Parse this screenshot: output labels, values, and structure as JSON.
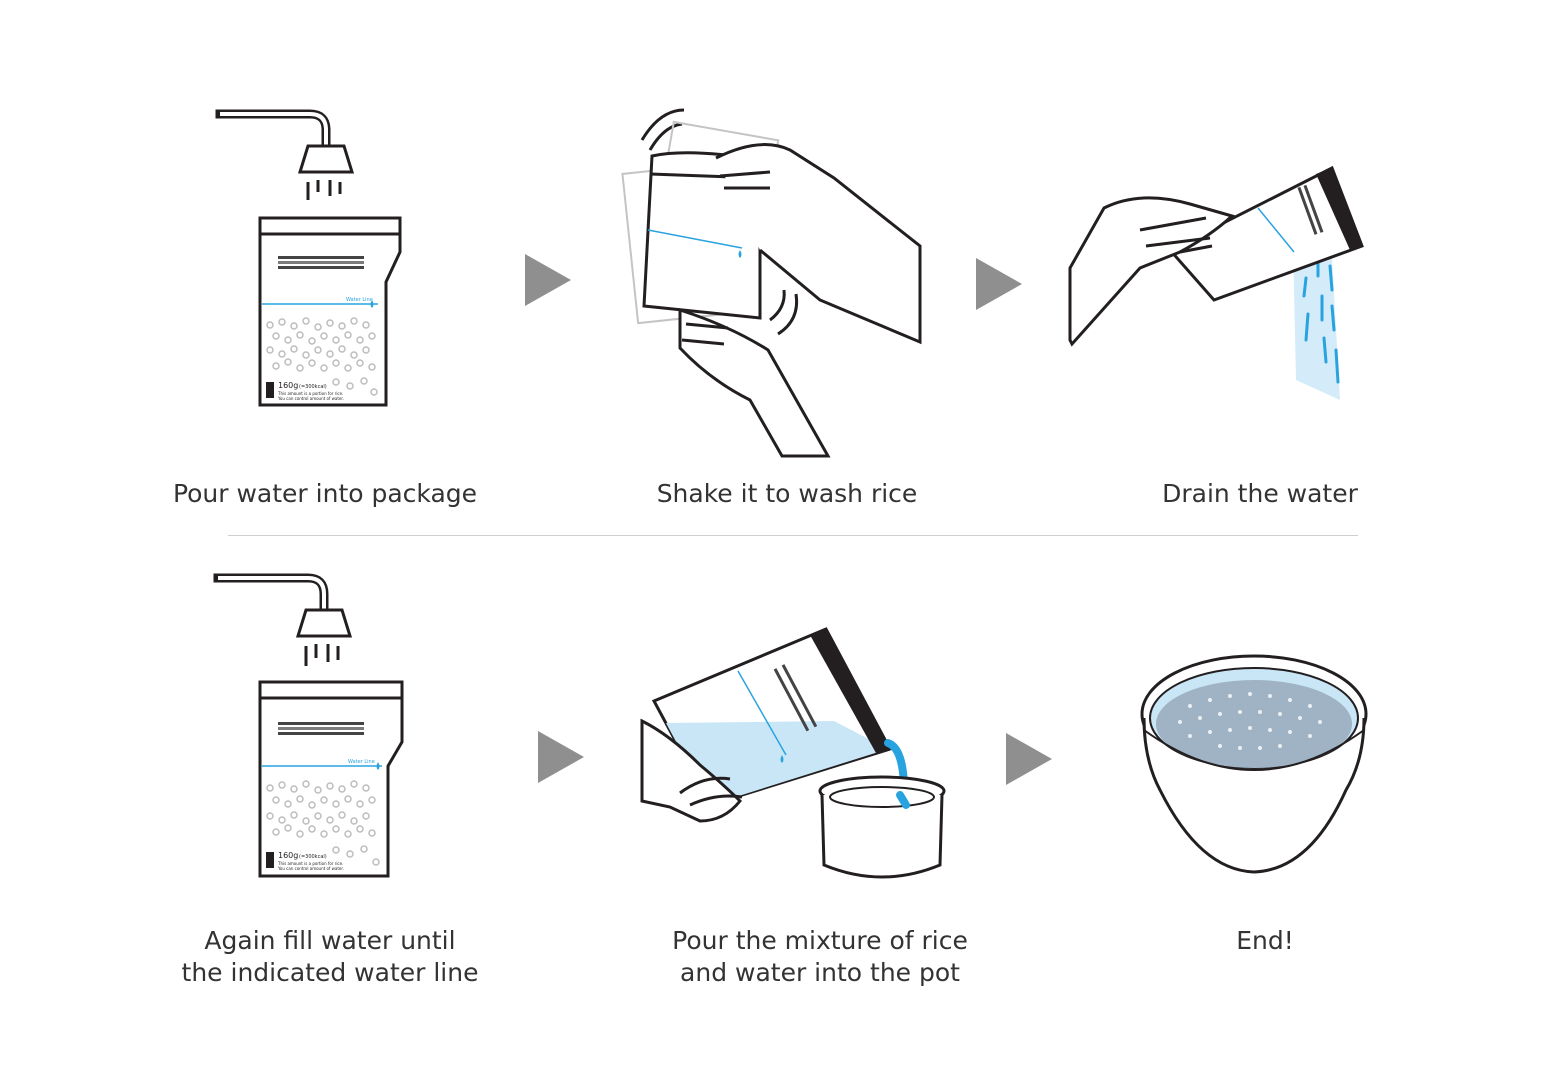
{
  "steps": [
    {
      "id": "pour-water",
      "caption_lines": [
        "Pour water into package"
      ]
    },
    {
      "id": "shake",
      "caption_lines": [
        "Shake it to wash rice"
      ]
    },
    {
      "id": "drain",
      "caption_lines": [
        "Drain the water"
      ]
    },
    {
      "id": "refill",
      "caption_lines": [
        "Again fill water until",
        "the indicated water line"
      ]
    },
    {
      "id": "pour-pot",
      "caption_lines": [
        "Pour the mixture of rice",
        "and water into the pot"
      ]
    },
    {
      "id": "end",
      "caption_lines": [
        "End!"
      ]
    }
  ],
  "package": {
    "water_line_label": "Water Line",
    "weight": "160g",
    "kcal": "(=300kcal)",
    "note_line1": "This amount is a portion for rice.",
    "note_line2": "You can control amount of water."
  },
  "colors": {
    "water": "#29a3e0",
    "water_fill": "#c9e6f7",
    "outline": "#231f20",
    "arrow": "#8f8f8f",
    "rice": "#bdbdbd",
    "divider": "#cfcfcf"
  }
}
